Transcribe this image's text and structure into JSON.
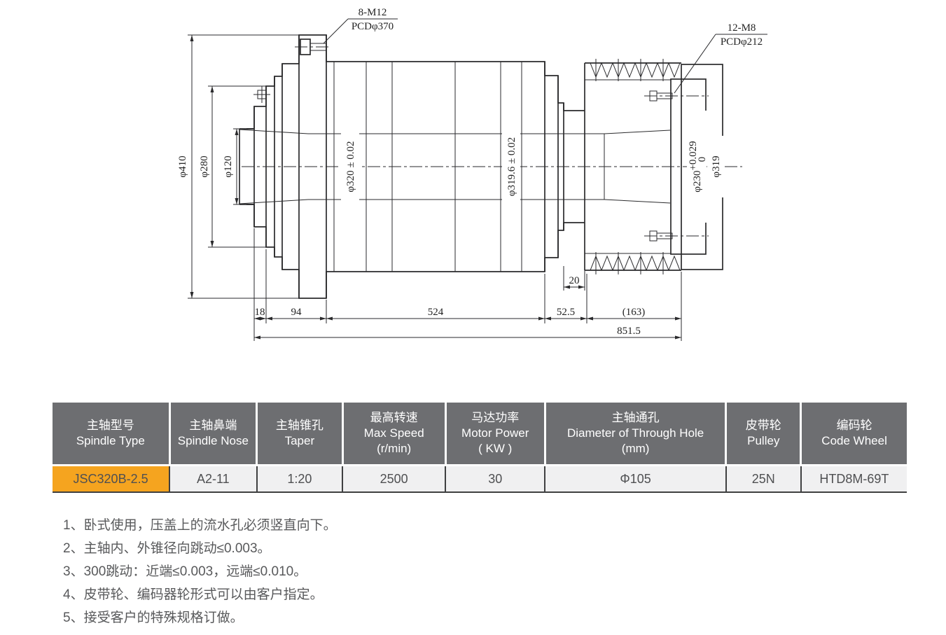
{
  "colors": {
    "header_bg": "#6d6e71",
    "header_text": "#ffffff",
    "row_bg": "#f0f0f1",
    "highlight_bg": "#f5a41f",
    "line": "#2a2a2c",
    "note_text": "#58595b"
  },
  "drawing": {
    "callouts": {
      "top_left": {
        "top": "8-M12",
        "bottom": "PCDφ370"
      },
      "top_right": {
        "top": "12-M8",
        "bottom": "PCDφ212"
      }
    },
    "diameters": {
      "d410": "φ410",
      "d280": "φ280",
      "d120": "φ120",
      "d320": "φ320 ± 0.02",
      "d319_6": "φ319.6 ± 0.02",
      "d230": {
        "main": "φ230",
        "sup": "+0.029",
        "sub": "0"
      },
      "d319": "φ319"
    },
    "lengths": {
      "l18": "18",
      "l94": "94",
      "l524": "524",
      "l52_5": "52.5",
      "l163": "(163)",
      "l851_5": "851.5",
      "l20": "20"
    }
  },
  "table": {
    "headers": [
      {
        "zh": "主轴型号",
        "en": "Spindle Type"
      },
      {
        "zh": "主轴鼻端",
        "en": "Spindle Nose"
      },
      {
        "zh": "主轴锥孔",
        "en": "Taper"
      },
      {
        "zh": "最高转速",
        "en": "Max Speed",
        "unit": "(r/min)"
      },
      {
        "zh": "马达功率",
        "en": "Motor Power",
        "unit": "( KW )"
      },
      {
        "zh": "主轴通孔",
        "en": "Diameter of Through Hole",
        "unit": "(mm)"
      },
      {
        "zh": "皮带轮",
        "en": "Pulley"
      },
      {
        "zh": "编码轮",
        "en": "Code Wheel"
      }
    ],
    "row": {
      "spindle_type": "JSC320B-2.5",
      "spindle_nose": "A2-11",
      "taper": "1:20",
      "max_speed": "2500",
      "motor_power": "30",
      "through_hole": "Φ105",
      "pulley": "25N",
      "code_wheel": "HTD8M-69T"
    }
  },
  "notes": [
    "1、卧式使用，压盖上的流水孔必须竖直向下。",
    "2、主轴内、外锥径向跳动≤0.003。",
    "3、300跳动：近端≤0.003，远端≤0.010。",
    "4、皮带轮、编码器轮形式可以由客户指定。",
    "5、接受客户的特殊规格订做。"
  ]
}
